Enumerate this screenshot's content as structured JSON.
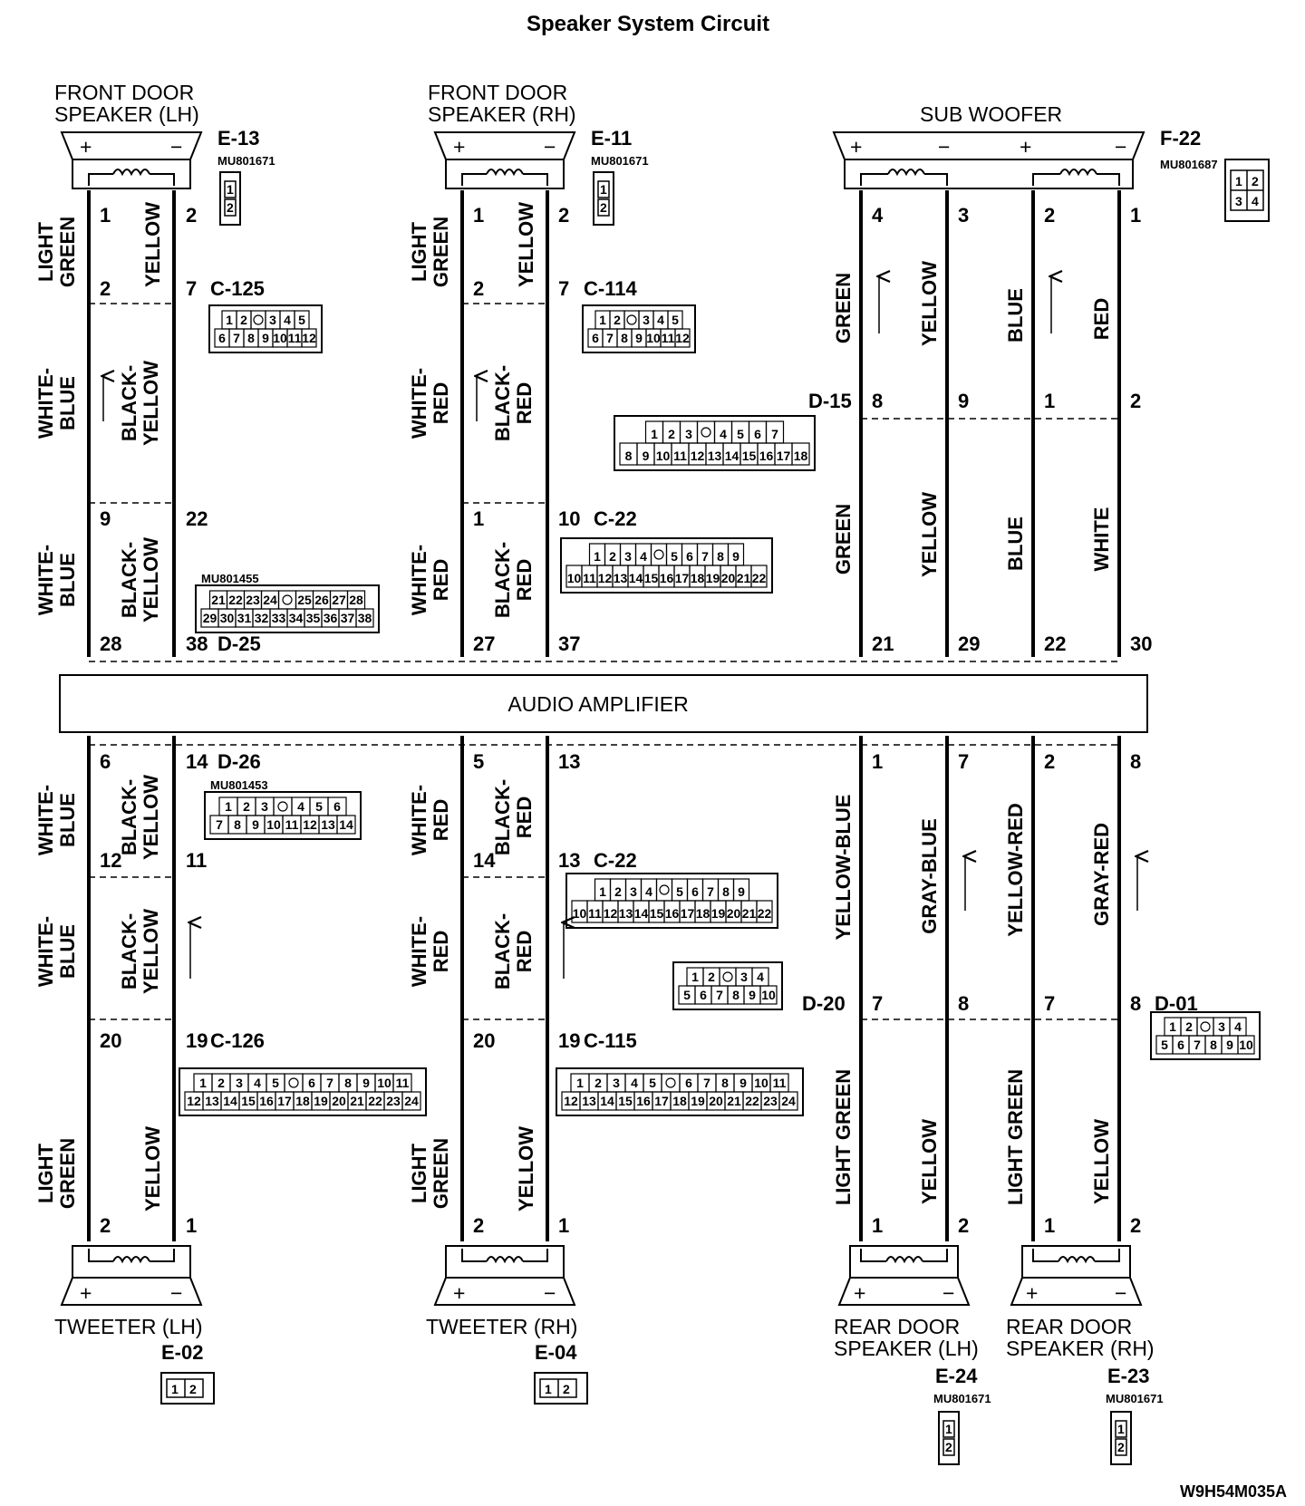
{
  "title": "Speaker System Circuit",
  "diagram_code": "W9H54M035A",
  "amplifier_label": "AUDIO AMPLIFIER",
  "components": [
    {
      "id": "fdl",
      "lines": [
        "FRONT DOOR",
        "SPEAKER (LH)"
      ],
      "conn": "E-13",
      "part": "MU801671",
      "plus": "+",
      "minus": "−"
    },
    {
      "id": "fdr",
      "lines": [
        "FRONT DOOR",
        "SPEAKER (RH)"
      ],
      "conn": "E-11",
      "part": "MU801671",
      "plus": "+",
      "minus": "−"
    },
    {
      "id": "sw",
      "lines": [
        "SUB WOOFER"
      ],
      "conn": "F-22",
      "part": "MU801687",
      "plus": "+",
      "minus": "−"
    },
    {
      "id": "twl",
      "lines": [
        "TWEETER (LH)"
      ],
      "conn": "E-02",
      "part": "",
      "plus": "+",
      "minus": "−"
    },
    {
      "id": "twr",
      "lines": [
        "TWEETER (RH)"
      ],
      "conn": "E-04",
      "part": "",
      "plus": "+",
      "minus": "−"
    },
    {
      "id": "rdl",
      "lines": [
        "REAR DOOR",
        "SPEAKER (LH)"
      ],
      "conn": "E-24",
      "part": "MU801671",
      "plus": "+",
      "minus": "−"
    },
    {
      "id": "rdr",
      "lines": [
        "REAR DOOR",
        "SPEAKER (RH)"
      ],
      "conn": "E-23",
      "part": "MU801671",
      "plus": "+",
      "minus": "−"
    }
  ],
  "connectors": [
    {
      "id": "C-125",
      "rows": [
        [
          "1",
          "2",
          "",
          "3",
          "4",
          "5"
        ],
        [
          "6",
          "7",
          "8",
          "9",
          "10",
          "11",
          "12"
        ]
      ]
    },
    {
      "id": "C-114",
      "rows": [
        [
          "1",
          "2",
          "",
          "3",
          "4",
          "5"
        ],
        [
          "6",
          "7",
          "8",
          "9",
          "10",
          "11",
          "12"
        ]
      ]
    },
    {
      "id": "D-15",
      "rows": [
        [
          "1",
          "2",
          "3",
          "",
          "4",
          "5",
          "6",
          "7"
        ],
        [
          "8",
          "9",
          "10",
          "11",
          "12",
          "13",
          "14",
          "15",
          "16",
          "17",
          "18"
        ]
      ]
    },
    {
      "id": "C-22",
      "rows": [
        [
          "1",
          "2",
          "3",
          "4",
          "",
          "5",
          "6",
          "7",
          "8",
          "9"
        ],
        [
          "10",
          "11",
          "12",
          "13",
          "14",
          "15",
          "16",
          "17",
          "18",
          "19",
          "20",
          "21",
          "22"
        ]
      ]
    },
    {
      "id": "D-25",
      "part": "MU801455",
      "rows": [
        [
          "21",
          "22",
          "23",
          "24",
          "",
          "25",
          "26",
          "27",
          "28"
        ],
        [
          "29",
          "30",
          "31",
          "32",
          "33",
          "34",
          "35",
          "36",
          "37",
          "38"
        ]
      ]
    },
    {
      "id": "D-26",
      "part": "MU801453",
      "rows": [
        [
          "1",
          "2",
          "3",
          "",
          "4",
          "5",
          "6"
        ],
        [
          "7",
          "8",
          "9",
          "10",
          "11",
          "12",
          "13",
          "14"
        ]
      ]
    },
    {
      "id": "C-22b",
      "label": "C-22",
      "rows": [
        [
          "1",
          "2",
          "3",
          "4",
          "",
          "5",
          "6",
          "7",
          "8",
          "9"
        ],
        [
          "10",
          "11",
          "12",
          "13",
          "14",
          "15",
          "16",
          "17",
          "18",
          "19",
          "20",
          "21",
          "22"
        ]
      ]
    },
    {
      "id": "D-20",
      "rows": [
        [
          "1",
          "2",
          "",
          "3",
          "4"
        ],
        [
          "5",
          "6",
          "7",
          "8",
          "9",
          "10"
        ]
      ]
    },
    {
      "id": "D-01",
      "rows": [
        [
          "1",
          "2",
          "",
          "3",
          "4"
        ],
        [
          "5",
          "6",
          "7",
          "8",
          "9",
          "10"
        ]
      ]
    },
    {
      "id": "C-126",
      "rows": [
        [
          "1",
          "2",
          "3",
          "4",
          "5",
          "",
          "6",
          "7",
          "8",
          "9",
          "10",
          "11"
        ],
        [
          "12",
          "13",
          "14",
          "15",
          "16",
          "17",
          "18",
          "19",
          "20",
          "21",
          "22",
          "23",
          "24"
        ]
      ]
    },
    {
      "id": "C-115",
      "rows": [
        [
          "1",
          "2",
          "3",
          "4",
          "5",
          "",
          "6",
          "7",
          "8",
          "9",
          "10",
          "11"
        ],
        [
          "12",
          "13",
          "14",
          "15",
          "16",
          "17",
          "18",
          "19",
          "20",
          "21",
          "22",
          "23",
          "24"
        ]
      ]
    }
  ],
  "wires": {
    "fdl_top": [
      "LIGHT",
      "GREEN"
    ],
    "fdl_top2": [
      "YELLOW"
    ],
    "fdl_mid": [
      "WHITE-",
      "BLUE"
    ],
    "fdl_mid2": [
      "BLACK-",
      "YELLOW"
    ],
    "fdr_top": [
      "LIGHT",
      "GREEN"
    ],
    "fdr_top2": [
      "YELLOW"
    ],
    "fdr_mid": [
      "WHITE-",
      "RED"
    ],
    "fdr_mid2": [
      "BLACK-",
      "RED"
    ],
    "sw_a": "GREEN",
    "sw_b": "YELLOW",
    "sw_c": "BLUE",
    "sw_d": "RED",
    "sw_a2": "GREEN",
    "sw_b2": "YELLOW",
    "sw_c2": "BLUE",
    "sw_d2": "WHITE",
    "rd_a": "YELLOW-BLUE",
    "rd_b": "GRAY-BLUE",
    "rd_c": "YELLOW-RED",
    "rd_d": "GRAY-RED",
    "rd_a2": "LIGHT GREEN",
    "rd_b2": "YELLOW",
    "rd_c2": "LIGHT GREEN",
    "rd_d2": "YELLOW"
  },
  "pins": {
    "fdl": [
      "1",
      "2",
      "2",
      "7",
      "9",
      "22",
      "28",
      "38"
    ],
    "fdr": [
      "1",
      "2",
      "2",
      "7",
      "1",
      "10",
      "27",
      "37"
    ],
    "sw": [
      "4",
      "3",
      "2",
      "1",
      "8",
      "9",
      "1",
      "2",
      "21",
      "29",
      "22",
      "30"
    ],
    "twl": [
      "6",
      "14",
      "12",
      "11",
      "20",
      "19",
      "2",
      "1"
    ],
    "twr": [
      "5",
      "13",
      "14",
      "13",
      "20",
      "19",
      "2",
      "1"
    ],
    "rd": [
      "1",
      "7",
      "2",
      "8",
      "7",
      "8",
      "7",
      "8",
      "1",
      "2",
      "1",
      "2"
    ]
  },
  "conn_labels": {
    "c125": "C-125",
    "c114": "C-114",
    "d15": "D-15",
    "c22": "C-22",
    "d25": "D-25",
    "d26": "D-26",
    "c22b": "C-22",
    "d20": "D-20",
    "d01": "D-01",
    "c126": "C-126",
    "c115": "C-115",
    "d25_part": "MU801455",
    "d26_part": "MU801453"
  },
  "plug_pins": {
    "p1": "1",
    "p2": "2",
    "p3": "3",
    "p4": "4"
  }
}
